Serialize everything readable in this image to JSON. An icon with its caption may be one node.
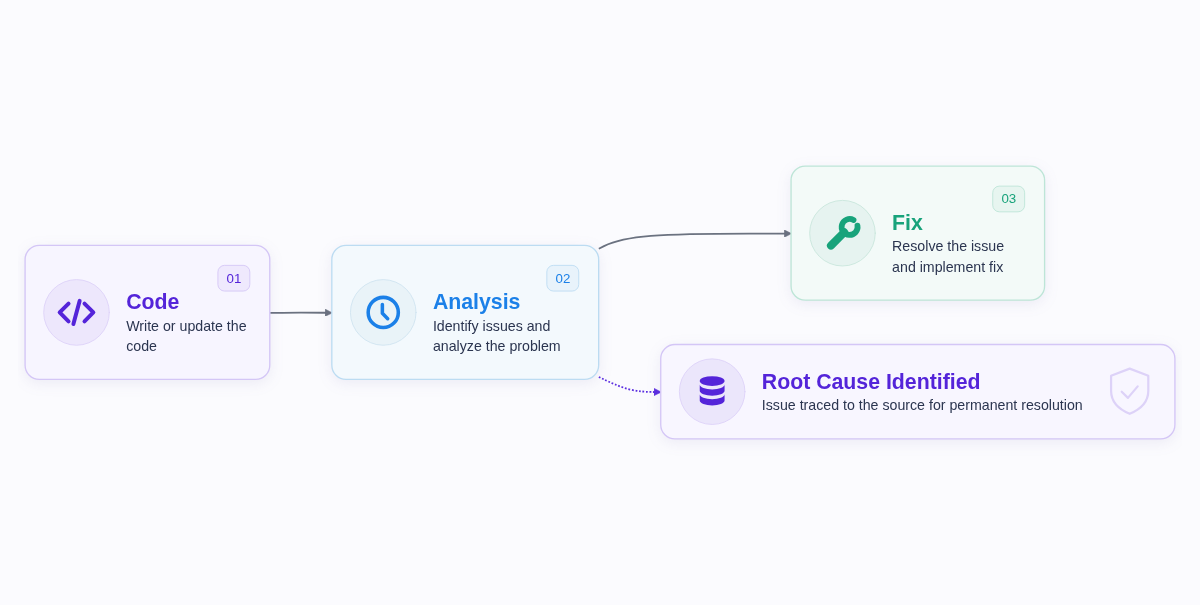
{
  "diagram": {
    "nodes": [
      {
        "text": [
          "Code",
          "01",
          "Write or update the code"
        ]
      },
      {
        "text": [
          "Analysis",
          "02",
          "Identify issues and analyze the problem"
        ]
      },
      {
        "text": [
          "Fix",
          "03",
          "Resolve the issue and implement fix"
        ]
      },
      {
        "text": [
          "Root Cause Identified",
          "Issue traced to the source for permanent resolution"
        ]
      }
    ],
    "edges": [
      {
        "from": 0,
        "to": 1,
        "arrow": "to"
      },
      {
        "from": 1,
        "to": 2,
        "arrow": "to"
      },
      {
        "from": 1,
        "to": 3,
        "arrow": "to",
        "style": "dashed",
        "color": "#5b2ee0"
      }
    ]
  }
}
